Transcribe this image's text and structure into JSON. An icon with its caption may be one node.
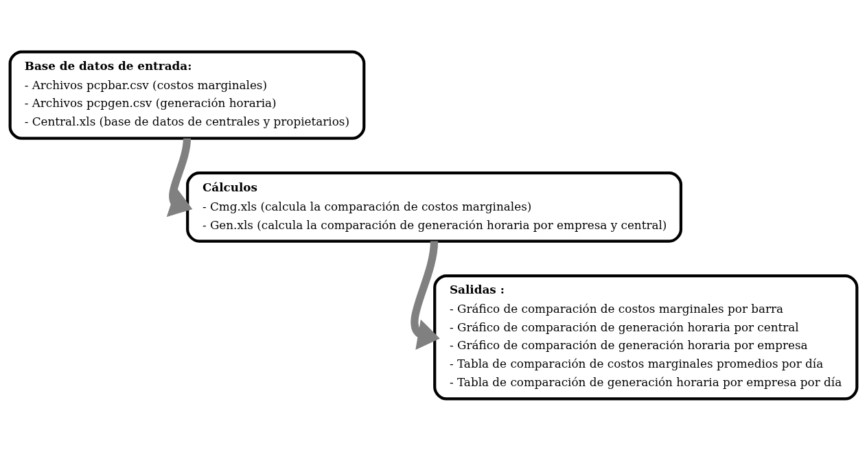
{
  "diagram": {
    "nodes": [
      {
        "text": [
          "Base de datos de entrada:",
          "- Archivos pcpbar.csv (costos marginales)",
          "- Archivos pcpgen.csv (generación horaria)",
          " - Central.xls (base de datos de centrales y propietarios)"
        ]
      },
      {
        "text": [
          "Cálculos",
          "- Cmg.xls (calcula la comparación de costos marginales)",
          "- Gen.xls (calcula la comparación de generación horaria por empresa y central)"
        ]
      },
      {
        "text": [
          "Salidas :",
          "- Gráfico de comparación de costos marginales por barra",
          "- Gráfico de comparación de generación horaria por central",
          " - Gráfico de comparación de generación horaria por empresa",
          "- Tabla de comparación de costos marginales promedios por día",
          "- Tabla de comparación de generación horaria por empresa por día"
        ]
      }
    ],
    "edges": [
      {
        "from": 0,
        "to": 1,
        "arrow": "to"
      },
      {
        "from": 1,
        "to": 2,
        "arrow": "to"
      }
    ]
  }
}
